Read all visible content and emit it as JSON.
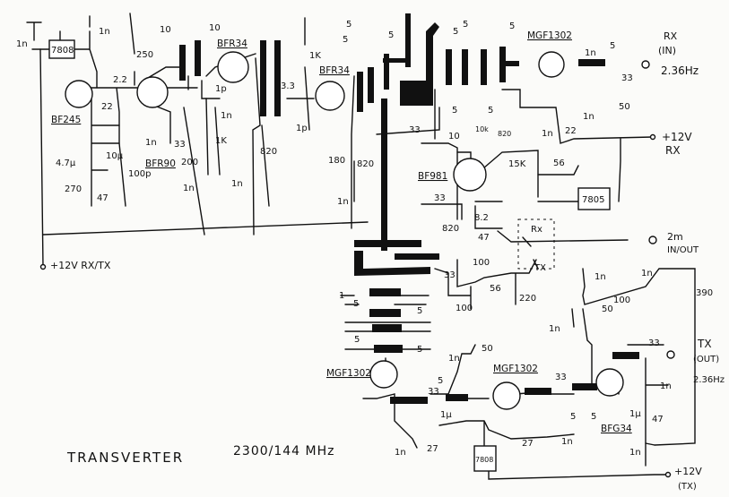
{
  "title": {
    "name": "TRANSVERTER",
    "spec": "2300/144 MHz"
  },
  "parts": {
    "bf245": "BF245",
    "bfr90": "BFR90",
    "bfr34_a": "BFR34",
    "bfr34_b": "BFR34",
    "mgf1302_rx": "MGF1302",
    "bf981": "BF981",
    "mgf1302_tx1": "MGF1302",
    "mgf1302_tx2": "MGF1302",
    "bfg34": "BFG34",
    "reg_7808_a": "7808",
    "reg_7805": "7805",
    "reg_7808_b": "7808"
  },
  "terminals": {
    "supply_rxtx": "+12V RX/TX",
    "rx_in": "RX",
    "rx_in_sub": "(IN)",
    "rx_freq": "2.36Hz",
    "supply_rx": "+12V",
    "supply_rx_sub": "RX",
    "if_port": "2m",
    "if_port_sub": "IN/OUT",
    "switch_rx": "Rx",
    "switch_tx": "TX",
    "tx_out": "TX",
    "tx_out_sub": "(OUT)",
    "tx_freq": "2.36Hz",
    "supply_tx": "+12V",
    "supply_tx_sub": "(TX)"
  },
  "values": [
    "1n",
    "1n",
    "250",
    "2.2",
    "22",
    "4.7µ",
    "10µ",
    "270",
    "47",
    "100p",
    "200",
    "1n",
    "1n",
    "33",
    "10",
    "10",
    "1p",
    "1n",
    "1K",
    "1n",
    "820",
    "3.3",
    "1K",
    "1p",
    "180",
    "1n",
    "820",
    "5",
    "5",
    "5",
    "5",
    "5",
    "5",
    "5",
    "33",
    "1n",
    "50",
    "33",
    "10",
    "10k",
    "820",
    "1n",
    "22",
    "15K",
    "56",
    "33",
    "820",
    "8.2",
    "47",
    "100",
    "56",
    "220",
    "33",
    "100",
    "1n",
    "100",
    "1n",
    "390",
    "50",
    "1n",
    "50",
    "1n",
    "33",
    "33",
    "33",
    "5",
    "5",
    "5",
    "1µ",
    "27",
    "27",
    "1n",
    "1n",
    "1n",
    "1µ",
    "47",
    "1n",
    "1",
    "5",
    "5",
    "5",
    "5",
    "1n",
    "5",
    "5"
  ]
}
